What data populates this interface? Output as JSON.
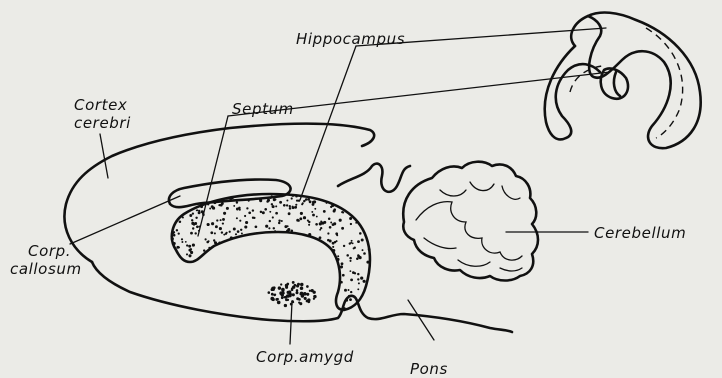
{
  "labels": {
    "hippocampus": "Hippocampus",
    "cortex_line1": "Cortex",
    "cortex_line2": "cerebri",
    "septum": "Septum",
    "corp_callosum_line1": "Corp.",
    "corp_callosum_line2": "callosum",
    "cerebellum": "Cerebellum",
    "corp_amygd": "Corp.amygd",
    "pons": "Pons"
  }
}
